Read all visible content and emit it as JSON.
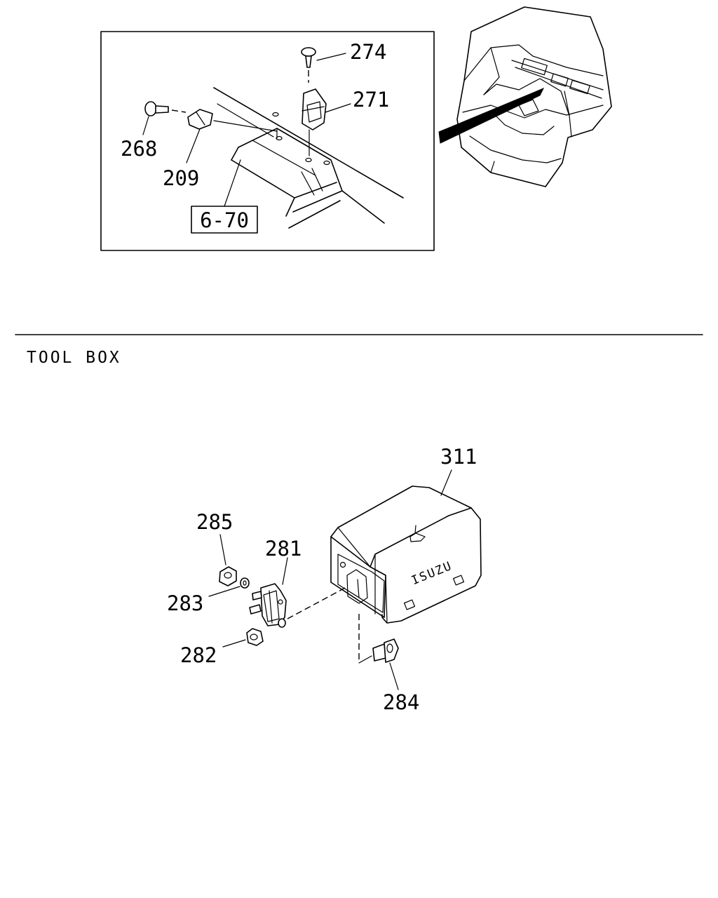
{
  "section_title": "TOOL BOX",
  "reference_box": "6-70",
  "upper_labels": {
    "p274": "274",
    "p271": "271",
    "p268": "268",
    "p209": "209"
  },
  "lower_labels": {
    "p311": "311",
    "p285": "285",
    "p281": "281",
    "p283": "283",
    "p282": "282",
    "p284": "284"
  },
  "box_logo": "ISUZU"
}
